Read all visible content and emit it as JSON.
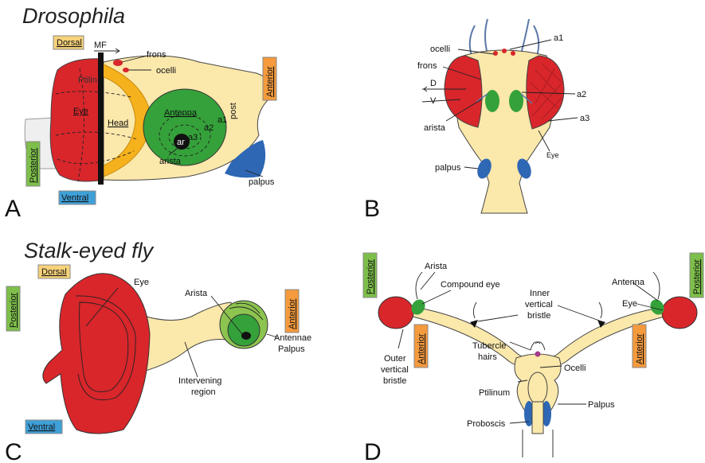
{
  "titles": {
    "a": "Drosophila",
    "c": "Stalk-eyed fly"
  },
  "panels": {
    "a": "A",
    "b": "B",
    "c": "C",
    "d": "D"
  },
  "colors": {
    "eye": "#d8262b",
    "head": "#fbe8ab",
    "antenna": "#35a13a",
    "antenna_light": "#8cc44f",
    "yellow": "#f5b21c",
    "palpus": "#2e67b4",
    "dorsal_box": "#f7d27a",
    "anterior_box": "#f59a3d",
    "posterior_box": "#7dbf4a",
    "ventral_box": "#3fa0d8"
  },
  "panel_a": {
    "orientation": {
      "dorsal": "Dorsal",
      "ventral": "Ventral",
      "anterior": "Anterior",
      "posterior": "Posterior"
    },
    "labels": {
      "mf": "MF",
      "frons": "frons",
      "ocelli": "ocelli",
      "ptilin": "Ptilin",
      "eye": "Eye",
      "head": "Head",
      "antenna": "Antenna",
      "a1": "a1",
      "a2": "a2",
      "a3": "a3",
      "ar": "ar",
      "post": "post",
      "arista": "arista",
      "palpus": "palpus"
    }
  },
  "panel_b": {
    "labels": {
      "ocelli": "ocelli",
      "a1": "a1",
      "frons": "frons",
      "d": "D",
      "v": "V",
      "a2": "a2",
      "arista": "arista",
      "a3": "a3",
      "eye": "Eye",
      "palpus": "palpus"
    }
  },
  "panel_c": {
    "orientation": {
      "dorsal": "Dorsal",
      "ventral": "Ventral",
      "anterior": "Anterior",
      "posterior": "Posterior"
    },
    "labels": {
      "eye": "Eye",
      "arista": "Arista",
      "antennae": "Antennae",
      "palpus": "Palpus",
      "intervening_1": "Intervening",
      "intervening_2": "region"
    }
  },
  "panel_d": {
    "orientation": {
      "posterior_left": "Posterior",
      "posterior_right": "Posterior",
      "anterior_left": "Anterior",
      "anterior_right": "Anterior"
    },
    "labels": {
      "arista": "Arista",
      "compound_eye": "Compound eye",
      "inner_1": "Inner",
      "inner_2": "vertical",
      "inner_3": "bristle",
      "antenna": "Antenna",
      "eye": "Eye",
      "outer_1": "Outer",
      "outer_2": "vertical",
      "outer_3": "bristle",
      "tubercle_1": "Tubercle",
      "tubercle_2": "hairs",
      "ocelli": "Ocelli",
      "ptilinum": "Ptilinum",
      "palpus": "Palpus",
      "proboscis": "Proboscis"
    }
  }
}
